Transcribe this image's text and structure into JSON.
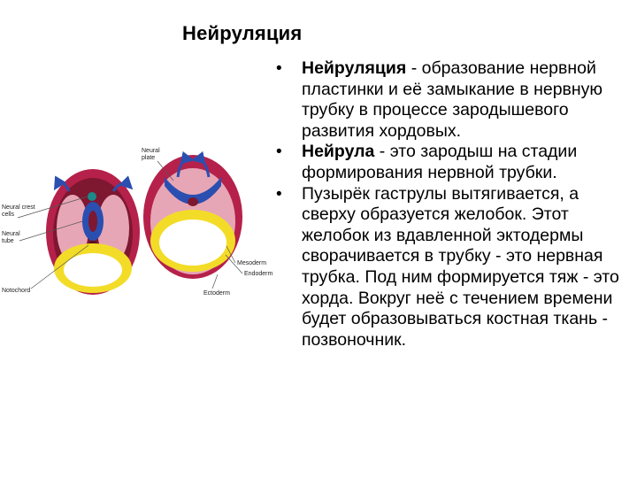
{
  "slide": {
    "title": "Нейруляция",
    "bullets": [
      {
        "term": "Нейруляция",
        "text": " - образование нервной пластинки и её замыкание в нервную трубку в процессе зародышевого развития хордовых."
      },
      {
        "term": "Нейрула",
        "text": " - это зародыш на стадии формирования нервной трубки."
      },
      {
        "term": "",
        "text": "Пузырёк гаструлы вытягивается, а сверху образуется желобок. Этот желобок из вдавленной эктодермы сворачивается в трубку - это нервная трубка. Под ним формируется тяж - это хорда. Вокруг неё с течением времени будет образовываться костная ткань - позвоночник."
      }
    ]
  },
  "figure": {
    "labels": {
      "neural_plate": [
        "Neural",
        "plate"
      ],
      "neural_crest": [
        "Neural crest",
        "cells"
      ],
      "neural_tube": [
        "Neural",
        "tube"
      ],
      "notochord": "Notochord",
      "mesoderm": "Mesoderm",
      "endoderm": "Endoderm",
      "ectoderm": "Ectoderm"
    },
    "colors": {
      "ectoderm": "#b5214a",
      "mesoderm_light": "#e7a6b6",
      "mesoderm_dark": "#7e1730",
      "neural": "#2a4fb0",
      "endoderm": "#f3dc28",
      "crest": "#1a8a8a"
    }
  }
}
